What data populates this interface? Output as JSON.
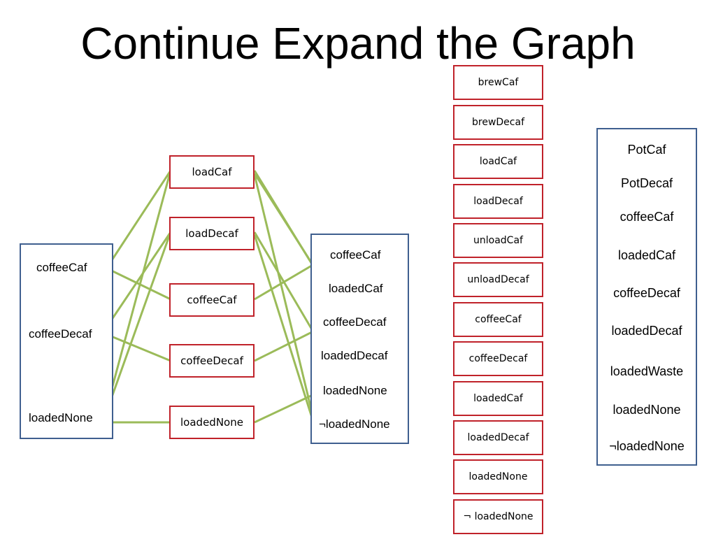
{
  "title": "Continue Expand the Graph",
  "left_column": [
    "coffeeCaf",
    "coffeeDecaf",
    "loadedNone"
  ],
  "action_layer": [
    "loadCaf",
    "loadDecaf",
    "coffeeCaf",
    "coffeeDecaf",
    "loadedNone"
  ],
  "next_column": [
    "coffeeCaf",
    "loadedCaf",
    "coffeeDecaf",
    "loadedDecaf",
    "loadedNone",
    "¬loadedNone"
  ],
  "action_list": [
    "brewCaf",
    "brewDecaf",
    "loadCaf",
    "loadDecaf",
    "unloadCaf",
    "unloadDecaf",
    "coffeeCaf",
    "coffeeDecaf",
    "loadedCaf",
    "loadedDecaf",
    "loadedNone",
    "¬ loadedNone"
  ],
  "proposition_list": [
    "PotCaf",
    "PotDecaf",
    "coffeeCaf",
    "loadedCaf",
    "coffeeDecaf",
    "loadedDecaf",
    "loadedWaste",
    "loadedNone",
    "¬loadedNone"
  ],
  "colors": {
    "edge": "#9bbb59",
    "action_border": "#c0222a",
    "panel_border": "#3f5f8f"
  }
}
